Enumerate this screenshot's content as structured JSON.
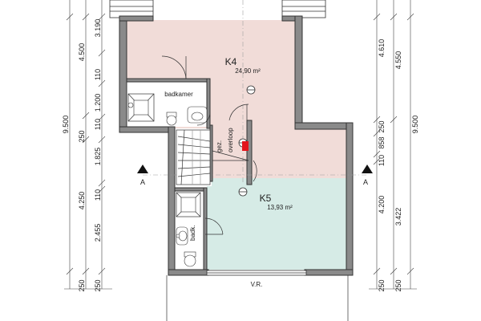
{
  "rooms": {
    "k4": {
      "name": "K4",
      "area": "24,90 m²",
      "color": "#f1dcd8"
    },
    "k5": {
      "name": "K5",
      "area": "13,93 m²",
      "color": "#d6ebe6"
    }
  },
  "labels": {
    "badkamer": "badkamer",
    "badk": "badk.",
    "gez": "gez.",
    "overloop": "overloop",
    "vr": "V.R.",
    "section_left": "A",
    "section_right": "A"
  },
  "dimensions": {
    "left_outer": {
      "total": "9.500",
      "segments": [
        "4.500",
        "1.825",
        "4.250",
        "2.455"
      ]
    },
    "left_inner": {
      "segments": [
        "3.190",
        "110",
        "1.200",
        "110",
        "250",
        "110"
      ]
    },
    "left_bottom": [
      "250",
      "250"
    ],
    "right_outer": {
      "total": "9.500",
      "segments": [
        "4.550",
        "3.422"
      ]
    },
    "right_inner": {
      "segments": [
        "4.610",
        "250",
        "858",
        "110",
        "4.200"
      ]
    },
    "right_bottom": [
      "250",
      "250"
    ]
  },
  "colors": {
    "accent_red": "#e3141c",
    "wall": "#8a8a8a"
  }
}
